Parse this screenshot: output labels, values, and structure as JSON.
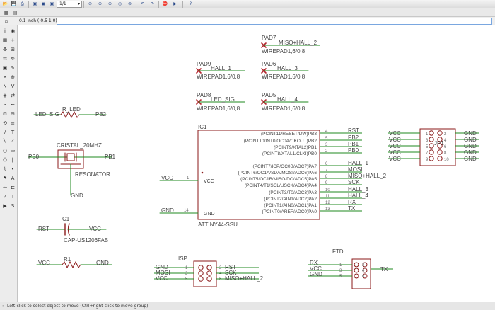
{
  "toolbar": {
    "page_select_value": "1/1",
    "buttons": [
      "open-icon",
      "save-icon",
      "print-icon",
      "cam-icon",
      "sheet-icon",
      "board-icon",
      "zoom-fit-icon",
      "zoom-in-icon",
      "zoom-out-icon",
      "zoom-redraw-icon",
      "zoom-select-icon",
      "undo-icon",
      "redo-icon",
      "stop-icon",
      "go-icon",
      "help-icon"
    ]
  },
  "commandbar": {
    "coordinate_readout": "0.1 inch (-0.5 1.0)"
  },
  "statusbar": {
    "message": "Left-click to select object to move (Ctrl+right-click to move group)"
  },
  "schematic": {
    "pads": [
      {
        "ref": "PAD7",
        "signal": "MISO+HALL_2",
        "value": "WIREPAD1,6/0,8"
      },
      {
        "ref": "PAD9",
        "signal": "HALL_1",
        "value": "WIREPAD1,6/0,8"
      },
      {
        "ref": "PAD6",
        "signal": "HALL_3",
        "value": "WIREPAD1,6/0,8"
      },
      {
        "ref": "PAD8",
        "signal": "LED_SIG",
        "value": "WIREPAD1,6/0,8"
      },
      {
        "ref": "PAD5",
        "signal": "HALL_4",
        "value": "WIREPAD1,6/0,8"
      }
    ],
    "led_resistor": {
      "net_left": "LED_SIG",
      "ref": "R_LED",
      "net_right": "PB2"
    },
    "crystal": {
      "label": "CRISTAL_20MHZ",
      "net_left": "PB0",
      "net_right": "PB1",
      "value": "RESONATOR",
      "gnd": "GND"
    },
    "capacitor": {
      "ref": "C1",
      "net_left": "RST",
      "net_right": "VCC",
      "value": "CAP-US1206FAB"
    },
    "resistor1": {
      "net_left": "VCC",
      "ref": "R1",
      "net_right": "GND"
    },
    "mcu": {
      "ref": "IC1",
      "value": "ATTINY44-SSU",
      "vcc_pin_label": "VCC",
      "gnd_pin_label": "GND",
      "vcc_net": "VCC",
      "gnd_net": "GND",
      "vcc_pin": "1",
      "gnd_pin": "14",
      "pins": [
        {
          "label": "(PCINT11/RESET/DW)PB3",
          "num": "4",
          "net": "RST"
        },
        {
          "label": "(PCINT10/INT0/OC0A/CKOUT)PB2",
          "num": "5",
          "net": "PB2"
        },
        {
          "label": "(PCINT9/XTAL2)PB1",
          "num": "3",
          "net": "PB1"
        },
        {
          "label": "(PCINT8/XTAL1/CLKI)PB0",
          "num": "2",
          "net": "PB0"
        },
        {
          "label": "(PCINT7/ICP/OC0B/ADC7)PA7",
          "num": "6",
          "net": "HALL_1"
        },
        {
          "label": "(PCINT6/OC1A/SDA/MOSI/ADC6)PA6",
          "num": "7",
          "net": "MOSI"
        },
        {
          "label": "(PCINT5/OC1B/MISO/DO/ADC5)PA5",
          "num": "8",
          "net": "MISO+HALL_2"
        },
        {
          "label": "(PCINT4/T1/SCL/USCK/ADC4)PA4",
          "num": "9",
          "net": "SCK"
        },
        {
          "label": "(PCINT3/T0/ADC3)PA3",
          "num": "10",
          "net": "HALL_3"
        },
        {
          "label": "(PCINT2/AIN1/ADC2)PA2",
          "num": "11",
          "net": "HALL_4"
        },
        {
          "label": "(PCINT1/AIN0/ADC1)PA1",
          "num": "12",
          "net": "RX"
        },
        {
          "label": "(PCINT0/AREF/ADC0)PA0",
          "num": "13",
          "net": "TX"
        }
      ]
    },
    "jp1": {
      "ref": "JP1",
      "left_nets": [
        "VCC",
        "VCC",
        "VCC",
        "VCC",
        "VCC"
      ],
      "right_nets": [
        "GND",
        "GND",
        "GND",
        "GND",
        "GND"
      ],
      "left_pins": [
        "1",
        "3",
        "5",
        "7",
        "9"
      ],
      "right_pins": [
        "2",
        "4",
        "6",
        "8",
        "10"
      ]
    },
    "isp": {
      "ref": "ISP",
      "left_nets": [
        "GND",
        "MOSI",
        "VCC"
      ],
      "right_nets": [
        "RST",
        "SCK",
        "MISO+HALL_2"
      ],
      "left_pins": [
        "1",
        "3",
        "5"
      ],
      "right_pins": [
        "2",
        "4",
        "6"
      ]
    },
    "ftdi": {
      "ref": "FTDI",
      "left_nets": [
        "RX",
        "VCC",
        "GND"
      ],
      "right_net": "TX",
      "left_pins": [
        "1",
        "3",
        "5"
      ],
      "right_pins": [
        "2",
        "4",
        "6"
      ]
    }
  },
  "colors": {
    "wire": "#1f8a1f",
    "symbol": "#8b1a1a",
    "pad_x": "#b3262e",
    "text": "#444444",
    "selection": "#d14"
  }
}
